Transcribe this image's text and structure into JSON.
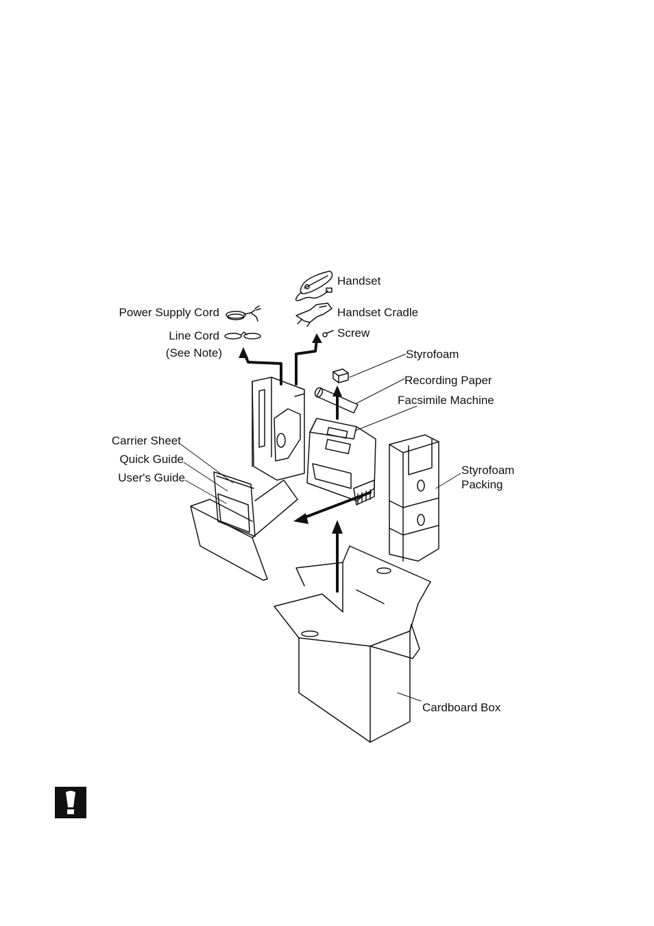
{
  "labels": {
    "handset": "Handset",
    "handset_cradle": "Handset Cradle",
    "screw": "Screw",
    "power_supply_cord": "Power Supply Cord",
    "line_cord": "Line Cord",
    "see_note": "(See Note)",
    "styrofoam": "Styrofoam",
    "recording_paper": "Recording Paper",
    "facsimile_machine": "Facsimile Machine",
    "carrier_sheet": "Carrier Sheet",
    "quick_guide": "Quick Guide",
    "users_guide": "User's Guide",
    "styrofoam_packing_1": "Styrofoam",
    "styrofoam_packing_2": "Packing",
    "cardboard_box": "Cardboard Box"
  },
  "icons": {
    "note_marker": "exclamation-icon"
  },
  "colors": {
    "ink": "#111111",
    "paper": "#ffffff"
  }
}
